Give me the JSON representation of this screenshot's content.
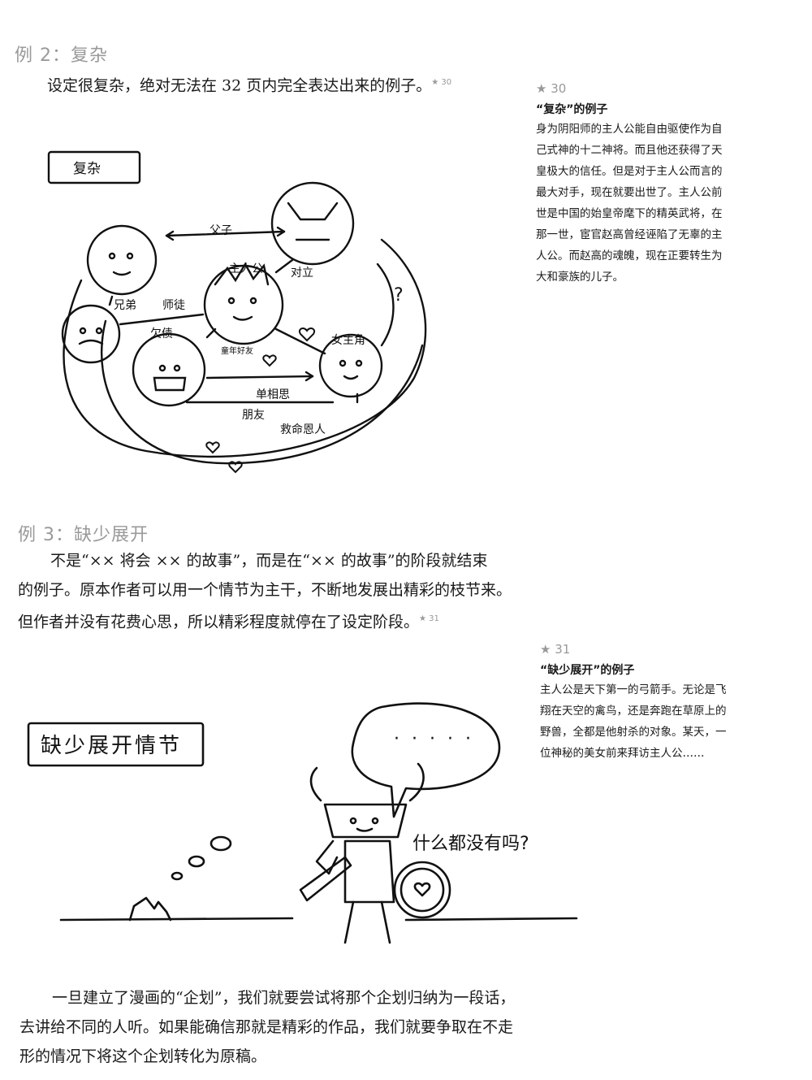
{
  "section2": {
    "heading": "例 2：复杂",
    "para": "设定很复杂，绝对无法在 32 页内完全表达出来的例子。",
    "note_ref": "★ 30"
  },
  "note30": {
    "num": "★ 30",
    "title": "“复杂”的例子",
    "lines": [
      "身为阴阳师的主人公能自由驱使作为自",
      "己式神的十二神将。而且他还获得了天",
      "皇极大的信任。但是对于主人公而言的",
      "最大对手，现在就要出世了。主人公前",
      "世是中国的始皇帝麾下的精英武将，在",
      "那一世，宦官赵高曾经诬陷了无辜的主",
      "人公。而赵高的魂魄，现在正要转生为",
      "大和豪族的儿子。"
    ]
  },
  "diagram1": {
    "box_label": "复杂",
    "labels": {
      "father_son": "父子",
      "protagonist": "主人公",
      "rival": "对立",
      "brothers": "兄弟",
      "master": "师徒",
      "debt": "欠债",
      "childhood_friend": "童年好友",
      "heroine": "女主角",
      "unrequited": "单相思",
      "friend": "朋友",
      "savior": "救命恩人",
      "question": "?"
    }
  },
  "section3": {
    "heading": "例 3：缺少展开",
    "para_lines": [
      "不是“×× 将会 ×× 的故事”，而是在“×× 的故事”的阶段就结束",
      "的例子。原本作者可以用一个情节为主干，不断地发展出精彩的枝节来。",
      "但作者并没有花费心思，所以精彩程度就停在了设定阶段。"
    ],
    "note_ref": "★ 31"
  },
  "note31": {
    "num": "★ 31",
    "title": "“缺少展开”的例子",
    "lines": [
      "主人公是天下第一的弓箭手。无论是飞",
      "翔在天空的禽鸟，还是奔跑在草原上的",
      "野兽，全都是他射杀的对象。某天，一",
      "位神秘的美女前来拜访主人公……"
    ]
  },
  "comic": {
    "box_label": "缺少展开情节",
    "speech_bubble": "· · · · ·",
    "caption": "什么都没有吗?"
  },
  "closing": {
    "lines": [
      "一旦建立了漫画的“企划”，我们就要尝试将那个企划归纳为一段话，",
      "去讲给不同的人听。如果能确信那就是精彩的作品，我们就要争取在不走",
      "形的情况下将这个企划转化为原稿。"
    ]
  }
}
